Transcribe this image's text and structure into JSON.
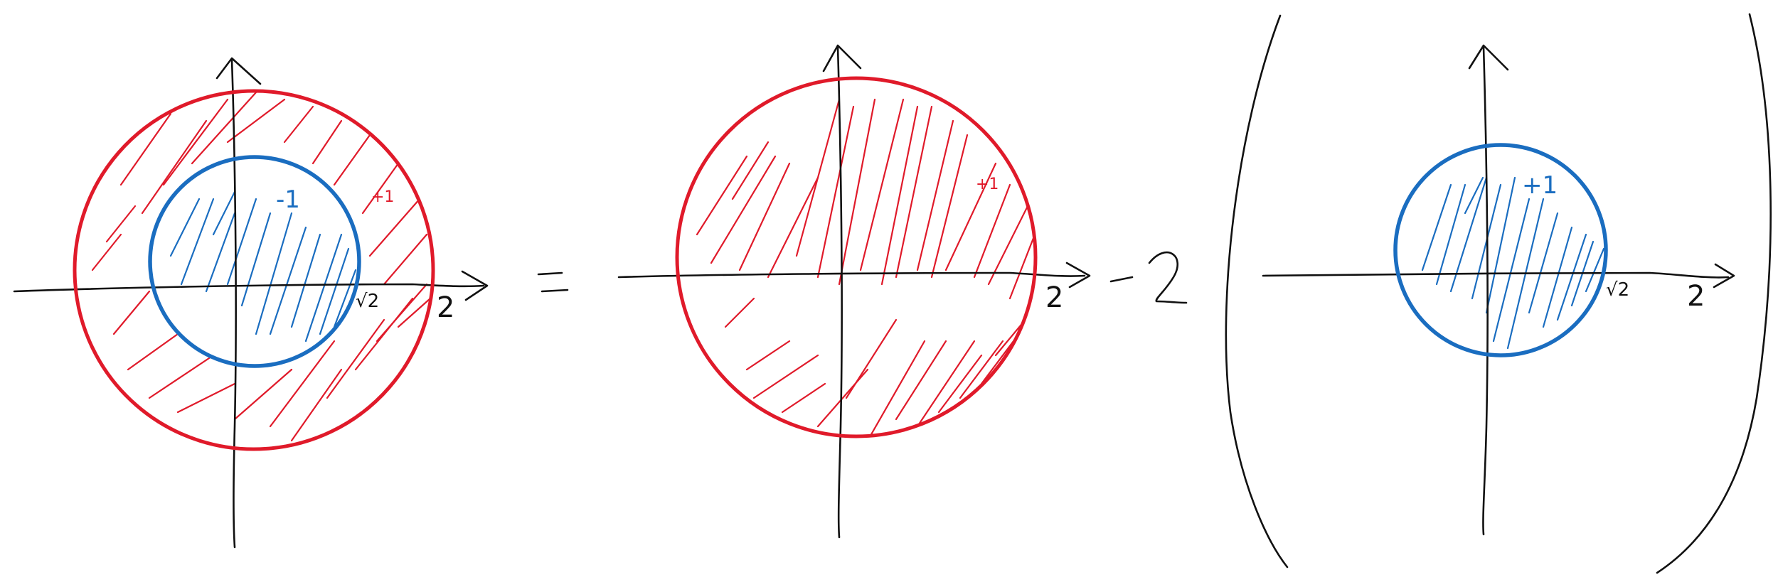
{
  "colors": {
    "ink": "#111111",
    "red": "#e01a2a",
    "blue": "#1a6dc0",
    "background": "#ffffff"
  },
  "panels": {
    "left": {
      "labels": {
        "minus_one": "-1",
        "plus_one": "+1",
        "sqrt2": "√2",
        "two": "2"
      }
    },
    "middle": {
      "labels": {
        "plus_one": "+1",
        "two": "2"
      }
    },
    "right": {
      "labels": {
        "plus_one": "+1",
        "sqrt2": "√2",
        "two": "2"
      }
    }
  },
  "operators": {
    "equals": "=",
    "minus_two": "-2"
  }
}
